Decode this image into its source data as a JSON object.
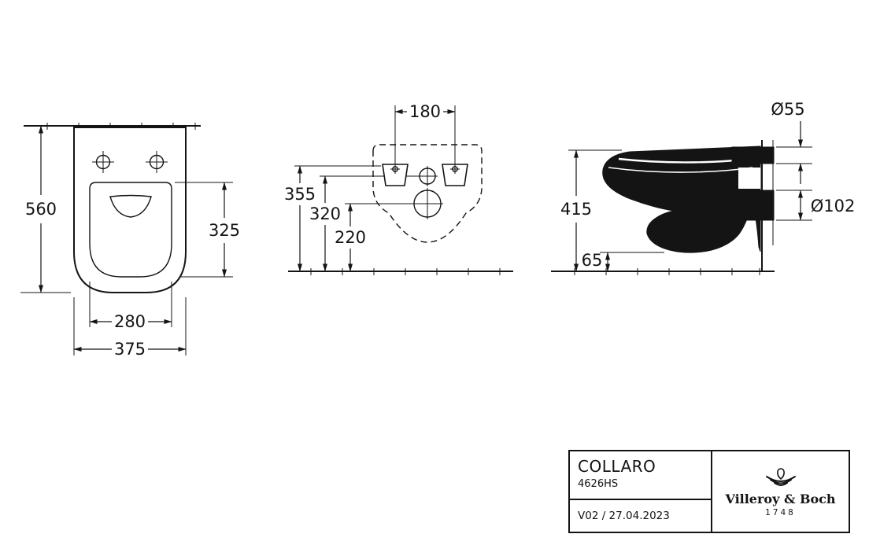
{
  "drawing": {
    "front": {
      "d560": "560",
      "d325": "325",
      "d280": "280",
      "d375": "375"
    },
    "rear": {
      "d180": "180",
      "d355": "355",
      "d320": "320",
      "d220": "220"
    },
    "side": {
      "d415": "415",
      "d65": "65",
      "d55": "Ø55",
      "d102": "Ø102"
    }
  },
  "title_block": {
    "product_name": "COLLARO",
    "article_number": "4626HS",
    "version_date": "V02 / 27.04.2023",
    "brand_name": "Villeroy & Boch",
    "brand_year": "1748"
  }
}
